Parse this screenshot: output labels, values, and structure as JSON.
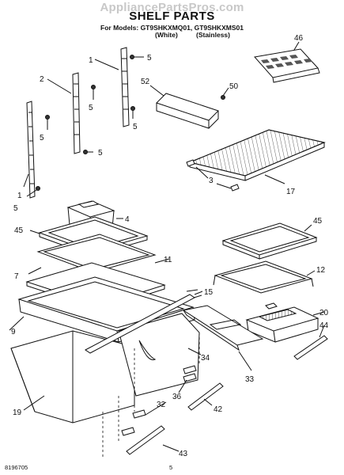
{
  "header": {
    "watermark": "AppliancePartsPros.com",
    "title": "SHELF PARTS",
    "models": "For Models: GT9SHKXMQ01, GT9SHKXMS01",
    "variant_white": "(White)",
    "variant_stainless": "(Stainless)"
  },
  "callouts": [
    "1",
    "2",
    "1",
    "5",
    "5",
    "5",
    "5",
    "5",
    "5",
    "52",
    "50",
    "46",
    "3",
    "17",
    "4",
    "45",
    "7",
    "11",
    "9",
    "15",
    "45",
    "12",
    "20",
    "44",
    "33",
    "34",
    "36",
    "32",
    "42",
    "43",
    "19"
  ],
  "footer": {
    "doc_number": "8196705",
    "page_number": "5"
  }
}
